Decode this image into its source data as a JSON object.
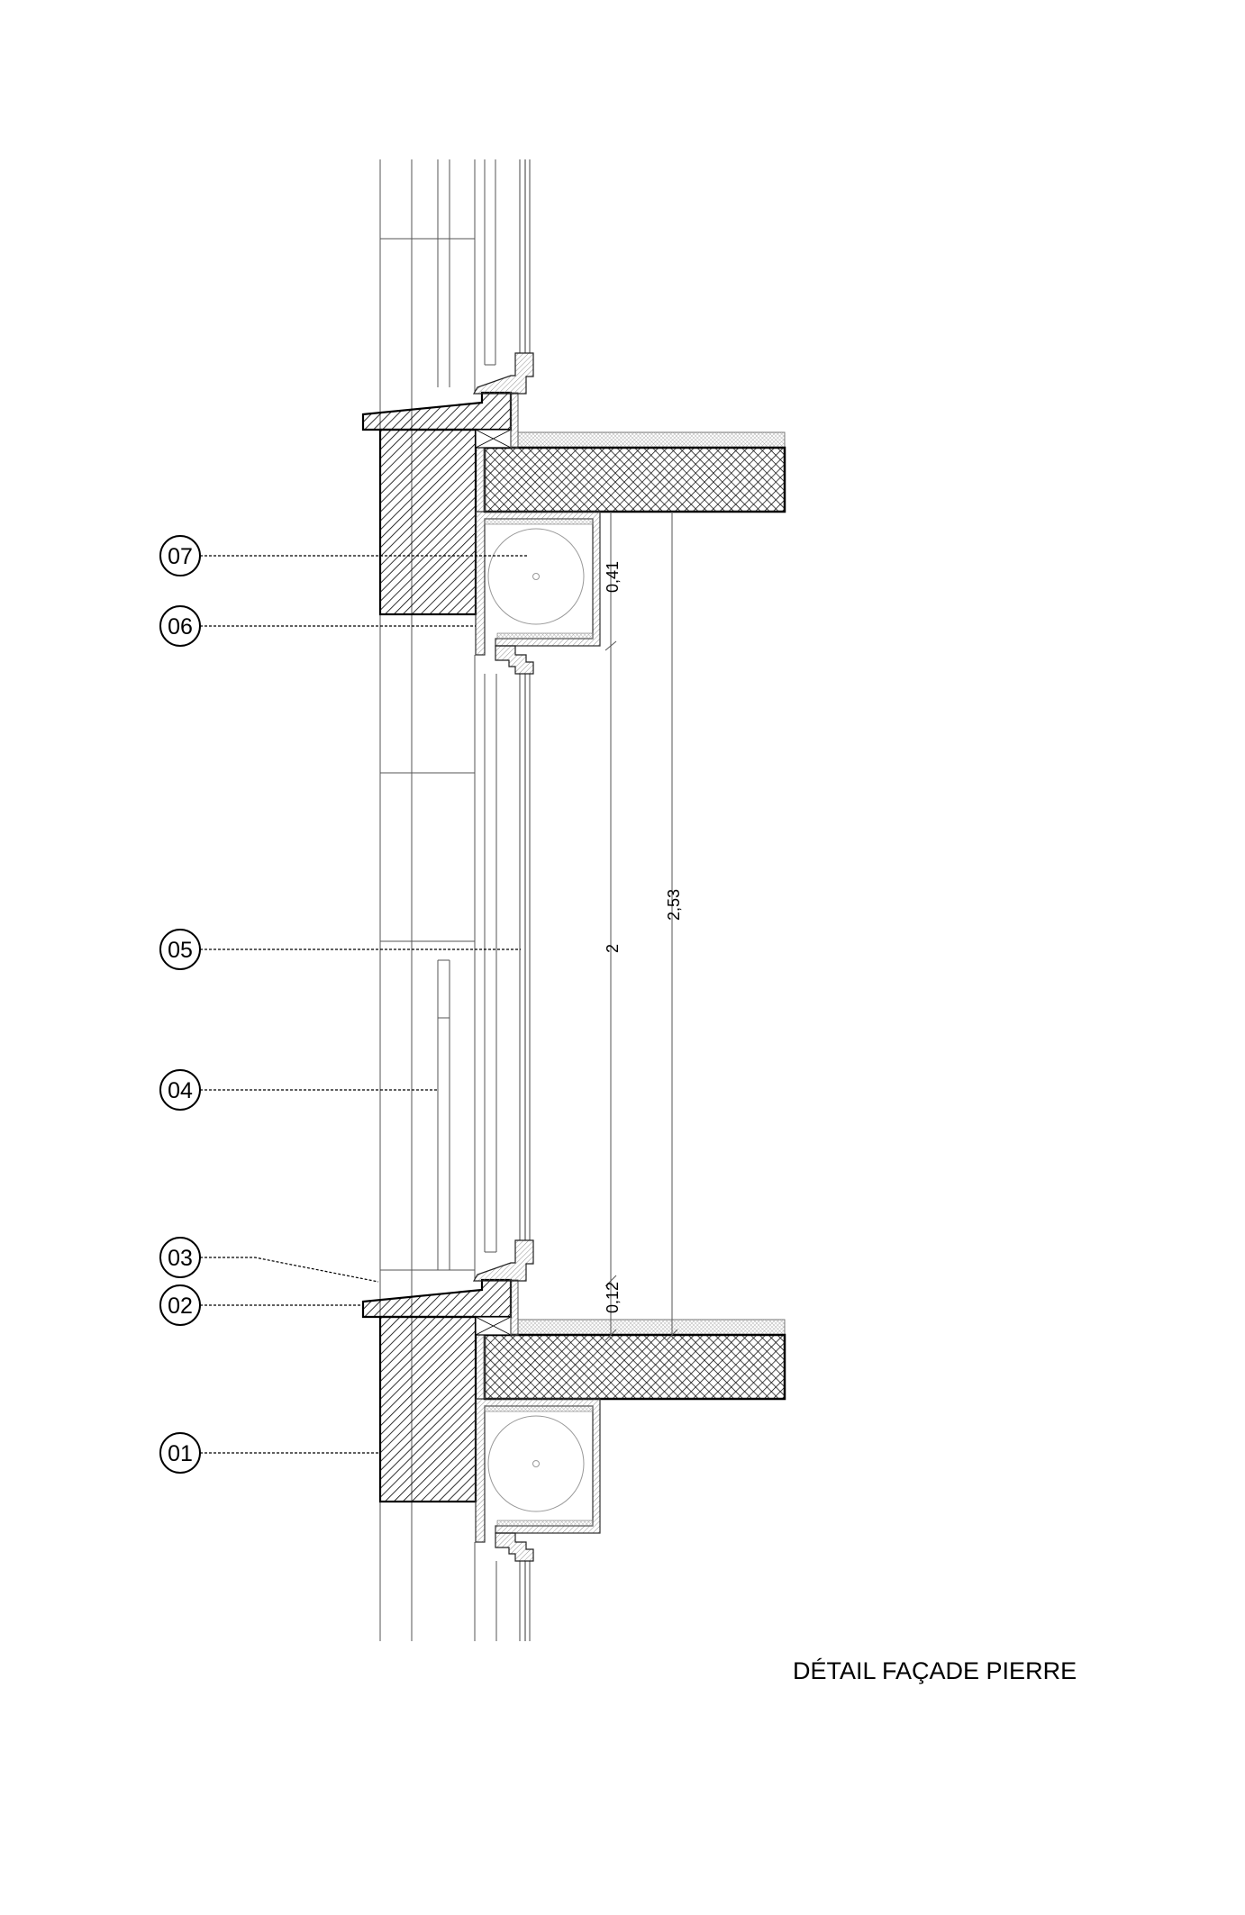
{
  "title": "DÉTAIL FAÇADE PIERRE",
  "callouts": [
    {
      "id": "07"
    },
    {
      "id": "06"
    },
    {
      "id": "05"
    },
    {
      "id": "04"
    },
    {
      "id": "03"
    },
    {
      "id": "02"
    },
    {
      "id": "01"
    }
  ],
  "dimensions": {
    "box_height": "0,41",
    "window_height": "2",
    "sill_height": "0,12",
    "floor_to_floor": "2,53"
  }
}
